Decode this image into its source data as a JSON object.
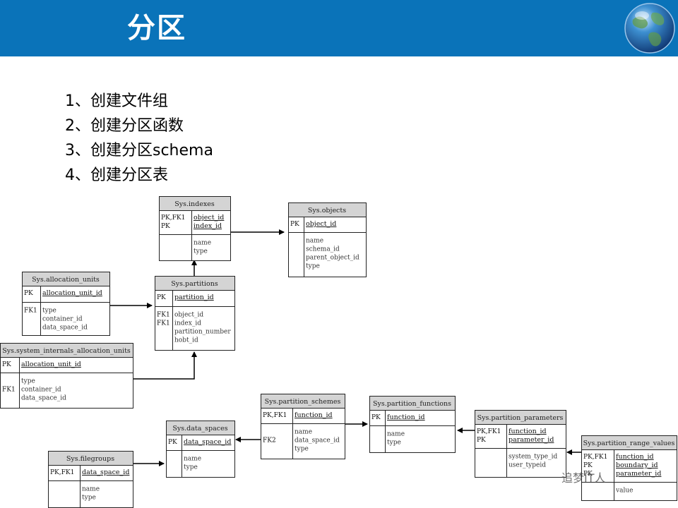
{
  "header": {
    "title": "分区"
  },
  "bullets": [
    "1、创建文件组",
    "2、创建分区函数",
    "3、创建分区schema",
    "4、创建分区表"
  ],
  "tables": [
    {
      "title": "Sys.indexes",
      "key_labels": [
        "PK,FK1",
        "PK"
      ],
      "keys": [
        "object_id",
        "index_id"
      ],
      "fields": [
        "name",
        "type"
      ]
    },
    {
      "title": "Sys.objects",
      "key_labels": [
        "PK"
      ],
      "keys": [
        "object_id"
      ],
      "fields": [
        "name",
        "schema_id",
        "parent_object_id",
        "type"
      ]
    },
    {
      "title": "Sys.allocation_units",
      "key_labels": [
        "PK"
      ],
      "keys": [
        "allocation_unit_id"
      ],
      "field_labels": [
        "FK1"
      ],
      "fields": [
        "type",
        "container_id",
        "data_space_id"
      ]
    },
    {
      "title": "Sys.partitions",
      "key_labels": [
        "PK"
      ],
      "keys": [
        "partition_id"
      ],
      "field_labels": [
        "FK1",
        "FK1"
      ],
      "fields": [
        "object_id",
        "index_id",
        "partition_number",
        "hobt_id"
      ]
    },
    {
      "title": "Sys.system_internals_allocation_units",
      "key_labels": [
        "PK"
      ],
      "keys": [
        "allocation_unit_id"
      ],
      "field_labels": [
        "",
        "FK1"
      ],
      "fields": [
        "type",
        "container_id",
        "data_space_id"
      ]
    },
    {
      "title": "Sys.partition_schemes",
      "key_labels": [
        "PK,FK1"
      ],
      "keys": [
        "function_id"
      ],
      "field_labels": [
        "",
        "FK2"
      ],
      "fields": [
        "name",
        "data_space_id",
        "type"
      ]
    },
    {
      "title": "Sys.partition_functions",
      "key_labels": [
        "PK"
      ],
      "keys": [
        "function_id"
      ],
      "fields": [
        "name",
        "type"
      ]
    },
    {
      "title": "Sys.data_spaces",
      "key_labels": [
        "PK"
      ],
      "keys": [
        "data_space_id"
      ],
      "fields": [
        "name",
        "type"
      ]
    },
    {
      "title": "Sys.partition_parameters",
      "key_labels": [
        "PK,FK1",
        "PK"
      ],
      "keys": [
        "function_id",
        "parameter_id"
      ],
      "fields": [
        "system_type_id",
        "user_typeid"
      ]
    },
    {
      "title": "Sys.filegroups",
      "key_labels": [
        "PK,FK1"
      ],
      "keys": [
        "data_space_id"
      ],
      "fields": [
        "name",
        "type"
      ]
    },
    {
      "title": "Sys.partition_range_values",
      "key_labels": [
        "PK,FK1",
        "PK",
        "PK"
      ],
      "keys": [
        "function_id",
        "boundary_id",
        "parameter_id"
      ],
      "fields": [
        "value"
      ]
    }
  ],
  "watermark": "追梦IT人",
  "colors": {
    "header": "#0a73b9",
    "table_title_bg": "#d4d4d4"
  }
}
